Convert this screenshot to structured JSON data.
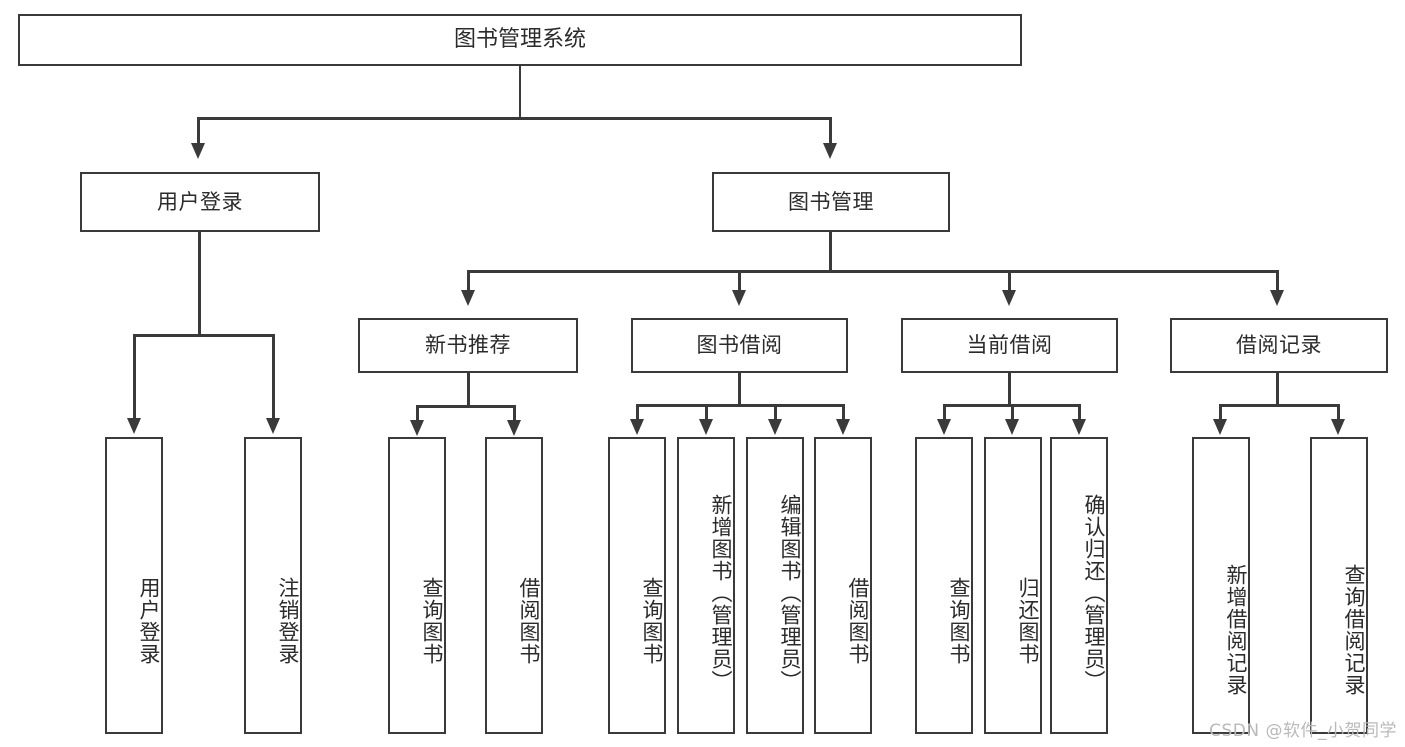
{
  "diagram": {
    "type": "tree-hierarchy",
    "title": "图书管理系统",
    "root": {
      "label": "图书管理系统"
    },
    "level2": [
      {
        "id": "user-login",
        "label": "用户登录"
      },
      {
        "id": "book-manage",
        "label": "图书管理"
      }
    ],
    "level3": [
      {
        "id": "new-book-recommend",
        "label": "新书推荐"
      },
      {
        "id": "book-borrow",
        "label": "图书借阅"
      },
      {
        "id": "current-borrow",
        "label": "当前借阅"
      },
      {
        "id": "borrow-record",
        "label": "借阅记录"
      }
    ],
    "leaves": {
      "user_login": [
        {
          "id": "leaf-user-login",
          "label": "用户登录"
        },
        {
          "id": "leaf-logout",
          "label": "注销登录"
        }
      ],
      "new_book_recommend": [
        {
          "id": "leaf-query-book-1",
          "label": "查询图书"
        },
        {
          "id": "leaf-borrow-book-1",
          "label": "借阅图书"
        }
      ],
      "book_borrow": [
        {
          "id": "leaf-query-book-2",
          "label": "查询图书"
        },
        {
          "id": "leaf-add-book",
          "label": "新增图书（管理员）"
        },
        {
          "id": "leaf-edit-book",
          "label": "编辑图书（管理员）"
        },
        {
          "id": "leaf-borrow-book-2",
          "label": "借阅图书"
        }
      ],
      "current_borrow": [
        {
          "id": "leaf-query-book-3",
          "label": "查询图书"
        },
        {
          "id": "leaf-return-book",
          "label": "归还图书"
        },
        {
          "id": "leaf-confirm-return",
          "label": "确认归还（管理员）"
        }
      ],
      "borrow_record": [
        {
          "id": "leaf-add-record",
          "label": "新增借阅记录"
        },
        {
          "id": "leaf-query-record",
          "label": "查询借阅记录"
        }
      ]
    }
  },
  "watermark": {
    "text": "CSDN @软件_小贺同学"
  },
  "colors": {
    "background": "#ffffff",
    "border": "#3a3a3a",
    "text": "#2b2b2b",
    "watermark": "#b9b9b9"
  }
}
